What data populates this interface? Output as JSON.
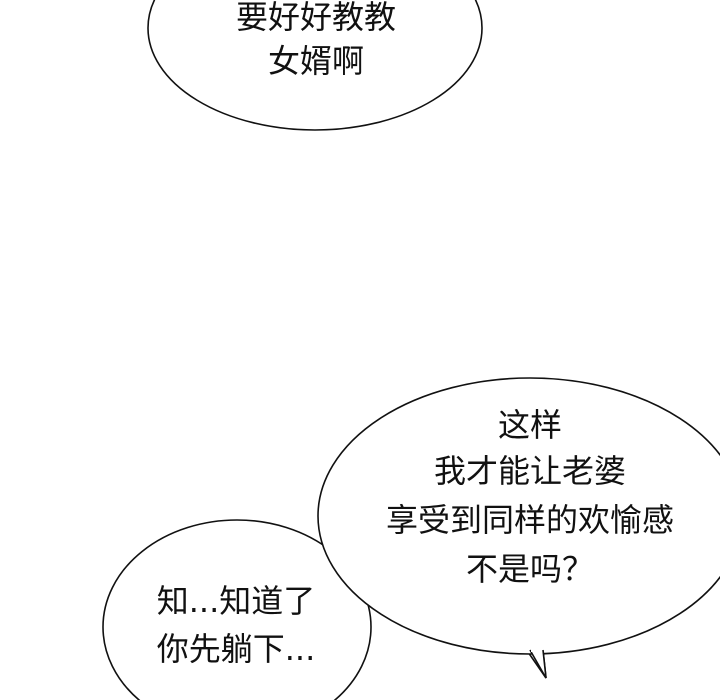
{
  "bubbles": {
    "top": {
      "lines": [
        "要好好教教",
        "女婿啊"
      ]
    },
    "right": {
      "lines": [
        "这样",
        "我才能让老婆",
        "享受到同样的欢愉感",
        "不是吗？"
      ]
    },
    "left": {
      "lines": [
        "知...知道了",
        "你先躺下..."
      ]
    }
  },
  "colors": {
    "background": "#ffffff",
    "ink": "#111111"
  }
}
